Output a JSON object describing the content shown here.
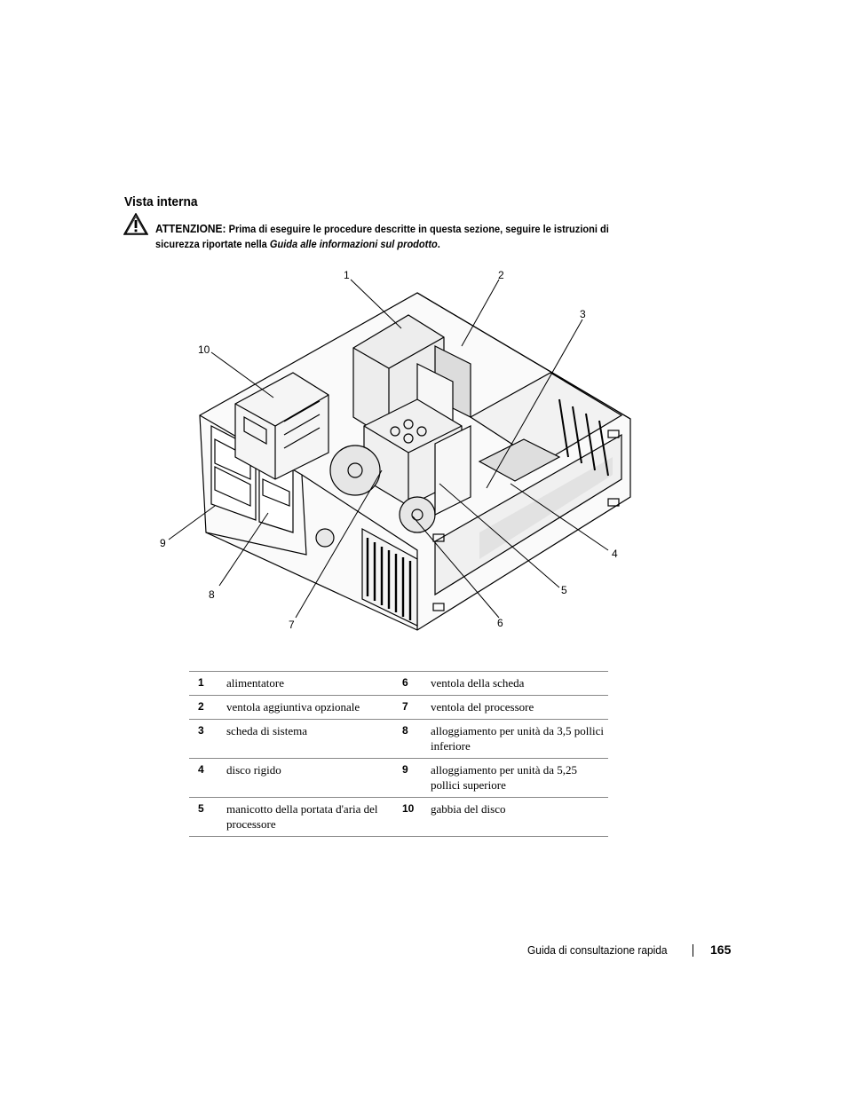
{
  "heading": "Vista interna",
  "warning": {
    "label": "ATTENZIONE:",
    "text": "Prima di eseguire le procedure descritte in questa sezione, seguire le istruzioni di sicurezza riportate nella ",
    "guide_title": "Guida alle informazioni sul prodotto",
    "end": "."
  },
  "figure": {
    "callouts": [
      "1",
      "2",
      "3",
      "4",
      "5",
      "6",
      "7",
      "8",
      "9",
      "10"
    ]
  },
  "legend": [
    {
      "n1": "1",
      "t1": "alimentatore",
      "n2": "6",
      "t2": "ventola della scheda"
    },
    {
      "n1": "2",
      "t1": "ventola aggiuntiva opzionale",
      "n2": "7",
      "t2": "ventola del processore"
    },
    {
      "n1": "3",
      "t1": "scheda di sistema",
      "n2": "8",
      "t2": "alloggiamento per unità da 3,5 pollici inferiore"
    },
    {
      "n1": "4",
      "t1": "disco rigido",
      "n2": "9",
      "t2": "alloggiamento per unità da 5,25 pollici superiore"
    },
    {
      "n1": "5",
      "t1": "manicotto della portata d'aria del processore",
      "n2": "10",
      "t2": "gabbia del disco"
    }
  ],
  "footer": {
    "title": "Guida di consultazione rapida",
    "page": "165"
  }
}
